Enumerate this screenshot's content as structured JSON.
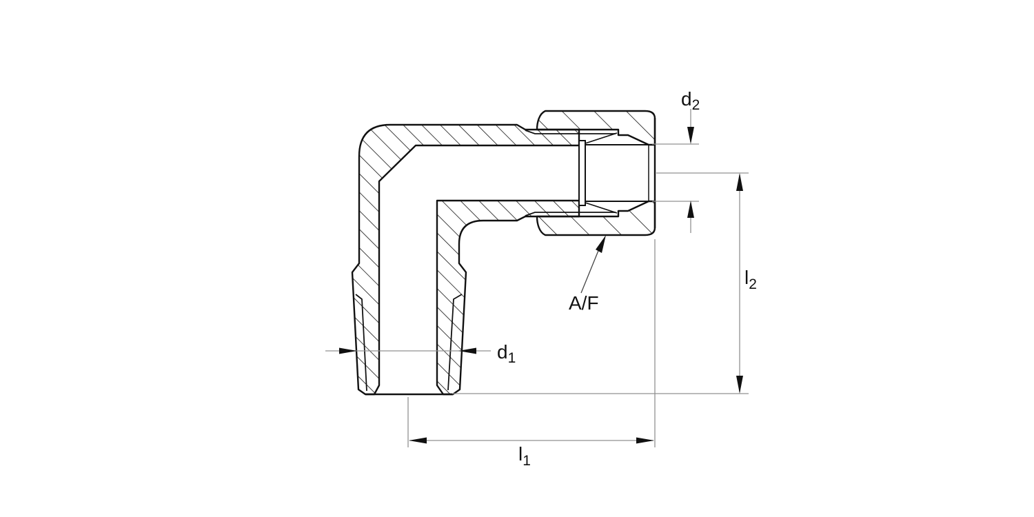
{
  "drawing": {
    "type": "technical-section-drawing",
    "subject": "elbow-compression-fitting-cross-section",
    "background_color": "#ffffff",
    "outline_color": "#111111",
    "dimension_line_color": "#909090",
    "arrow_color": "#111111",
    "labels": {
      "d2": {
        "main": "d",
        "sub": "2"
      },
      "l2": {
        "main": "l",
        "sub": "2"
      },
      "d1": {
        "main": "d",
        "sub": "1"
      },
      "l1": {
        "main": "l",
        "sub": "1"
      },
      "af": "A/F"
    }
  }
}
